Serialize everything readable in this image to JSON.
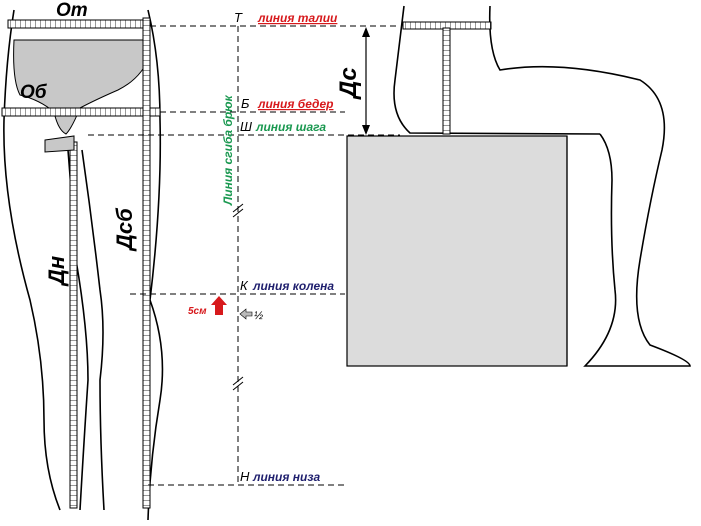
{
  "measurements": {
    "waist_girth": "От",
    "hip_girth": "Об",
    "inseam_length": "Дн",
    "side_length": "Дсб",
    "seat_depth": "Дс"
  },
  "points": {
    "waist": "Т",
    "hip": "Б",
    "crotch": "Ш",
    "knee": "К",
    "hem": "Н"
  },
  "lines": {
    "waist": "линия талии",
    "hip": "линия бедер",
    "crotch": "линия шага",
    "knee": "линия колена",
    "hem": "линия низа",
    "crease": "Линия сгиба брюк"
  },
  "annotations": {
    "knee_offset": "5см",
    "half_mark": "½",
    "break_mark": "//"
  },
  "colors": {
    "red": "#d7191c",
    "green": "#1a9850",
    "navy": "#1f1f6e",
    "black": "#000000",
    "gray_fill": "#c8c8c8",
    "box_fill": "#dcdcdc"
  }
}
